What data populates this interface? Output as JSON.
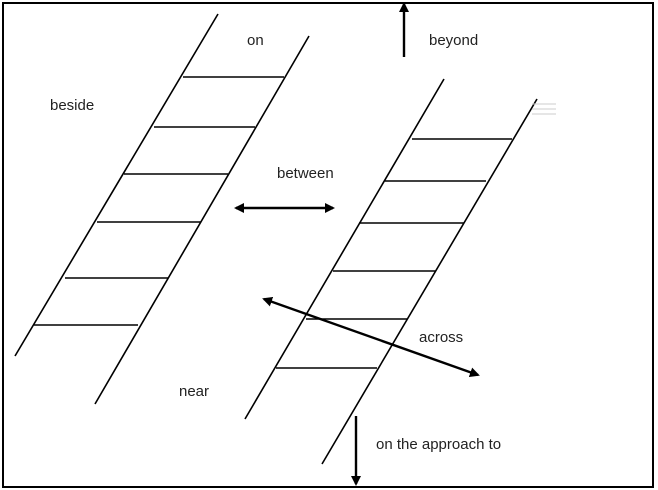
{
  "labels": {
    "on": "on",
    "beyond": "beyond",
    "beside": "beside",
    "between": "between",
    "across": "across",
    "near": "near",
    "approach": "on the approach to"
  },
  "colors": {
    "ink": "#000000",
    "text": "#222222",
    "background": "#ffffff"
  }
}
